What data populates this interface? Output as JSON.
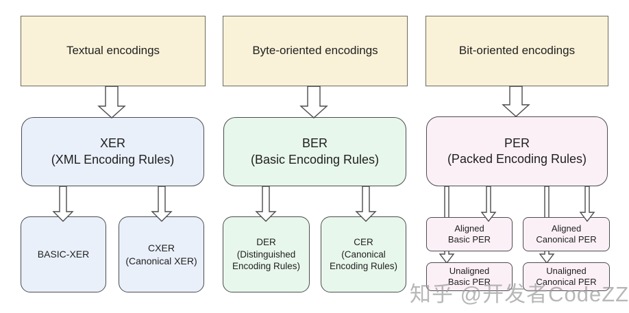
{
  "colors": {
    "top-fill": "#faf2d8",
    "top-border": "#6b695e",
    "xer-fill": "#e9f0fa",
    "ber-fill": "#e8f7eb",
    "per-fill": "#fcf0f7",
    "box-border": "#4a4b4f",
    "arrow-stroke": "#4a4a4a",
    "text": "#1e1e1e",
    "watermark": "#9c9c9c"
  },
  "columns": [
    {
      "top_label": "Textual encodings",
      "main": {
        "title": "XER",
        "subtitle": "(XML Encoding Rules)"
      },
      "children": [
        {
          "lines": [
            "BASIC-XER"
          ]
        },
        {
          "lines": [
            "CXER",
            "(Canonical XER)"
          ]
        }
      ]
    },
    {
      "top_label": "Byte-oriented encodings",
      "main": {
        "title": "BER",
        "subtitle": "(Basic Encoding Rules)"
      },
      "children": [
        {
          "lines": [
            "DER",
            "(Distinguished",
            "Encoding Rules)"
          ]
        },
        {
          "lines": [
            "CER",
            "(Canonical",
            "Encoding Rules)"
          ]
        }
      ]
    },
    {
      "top_label": "Bit-oriented encodings",
      "main": {
        "title": "PER",
        "subtitle": "(Packed Encoding Rules)"
      },
      "children": [
        {
          "lines": [
            "Aligned",
            "Basic PER"
          ]
        },
        {
          "lines": [
            "Aligned",
            "Canonical PER"
          ]
        },
        {
          "lines": [
            "Unaligned",
            "Basic PER"
          ]
        },
        {
          "lines": [
            "Unaligned",
            "Canonical PER"
          ]
        }
      ]
    }
  ],
  "watermark": "知乎 @开发者CodeZZ"
}
